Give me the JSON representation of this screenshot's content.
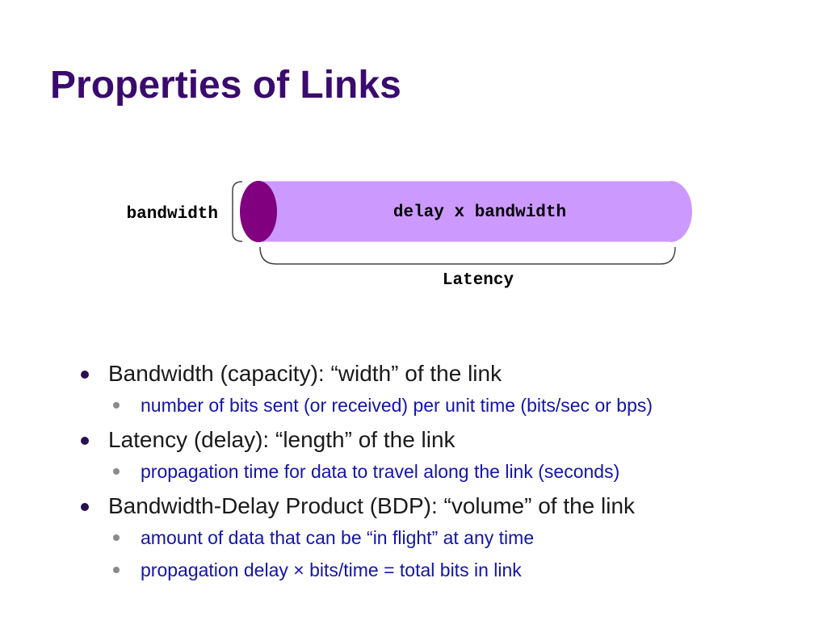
{
  "title": "Properties of Links",
  "diagram": {
    "left_label": "bandwidth",
    "pipe_label": "delay x bandwidth",
    "bottom_label": "Latency",
    "colors": {
      "pipe_fill": "#cc99ff",
      "pipe_end": "#800080",
      "bracket": "#444444"
    }
  },
  "bullets": [
    {
      "text": "Bandwidth (capacity): “width” of the link",
      "subs": [
        "number of bits sent (or received) per unit time (bits/sec or bps)"
      ]
    },
    {
      "text": "Latency (delay): “length” of the link",
      "subs": [
        "propagation time for data to travel along the link (seconds)"
      ]
    },
    {
      "text": "Bandwidth-Delay Product (BDP): “volume” of the link",
      "subs": [
        "amount of data that can be “in flight” at any time",
        "propagation delay × bits/time = total bits in link"
      ]
    }
  ]
}
